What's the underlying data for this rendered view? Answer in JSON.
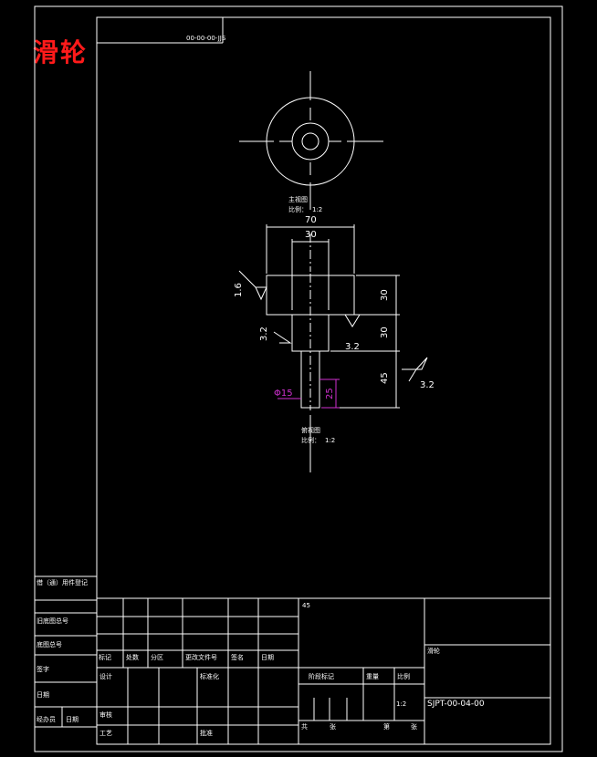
{
  "drawing": {
    "title": "滑轮",
    "header_code": "00-00-00-JJS",
    "colors": {
      "line": "#ffffff",
      "title": "#ff1a1a",
      "dimension_highlight": "#d030d0",
      "background": "#000000"
    }
  },
  "views": {
    "top_view_label": "主视图",
    "top_view_scale_label": "比例：",
    "top_view_scale_value": "1:2",
    "side_view_label": "俯视图",
    "side_view_scale_label": "比例：",
    "side_view_scale_value": "1:2"
  },
  "dimensions": {
    "overall_width": "70",
    "inner_width": "30",
    "top_height": "30",
    "mid_height": "30",
    "bottom_height": "45",
    "shaft_length": "25",
    "shaft_diameter": "Φ15",
    "roughness_left": "1.6",
    "roughness_mid_left": "3.2",
    "roughness_mid_right": "3.2",
    "roughness_right": "3.2"
  },
  "left_column": {
    "labels": [
      "借（通）用件登记",
      "旧底图总号",
      "底图总号",
      "签字",
      "日期",
      "经办员",
      "日期"
    ]
  },
  "title_block": {
    "material": "45",
    "part_name": "滑轮",
    "revision_headers": [
      "标记",
      "处数",
      "分区",
      "更改文件号",
      "签名",
      "日期"
    ],
    "design_row": [
      "设计",
      "",
      "标准化",
      ""
    ],
    "check_row": [
      "审核",
      ""
    ],
    "process_row": [
      "工艺",
      "",
      "批准",
      ""
    ],
    "stage_headers": [
      "阶段标记",
      "重量",
      "比例"
    ],
    "scale": "1:2",
    "drawing_number": "SJPT-00-04-00",
    "sheet_info": [
      "共",
      "张",
      "第",
      "张"
    ]
  }
}
